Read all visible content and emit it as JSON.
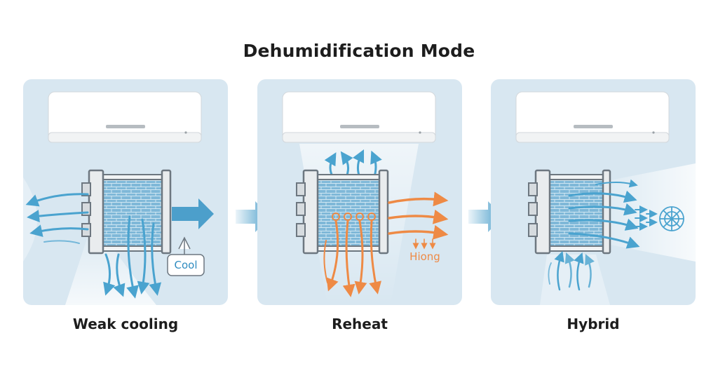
{
  "title": "Dehumidification Mode",
  "panels": [
    {
      "caption": "Weak cooling",
      "callout": "Cool"
    },
    {
      "caption": "Reheat",
      "callout": "Hiong"
    },
    {
      "caption": "Hybrid"
    }
  ],
  "colors": {
    "panel_bg": "#d8e7f1",
    "cool_arrow": "#4aa3cf",
    "warm_arrow": "#ee8a45",
    "coil": "#7fb8d8",
    "frame": "#6d7780"
  },
  "icons": [
    "air-conditioner-icon",
    "coil-icon",
    "fan-icon",
    "arrow-icon"
  ]
}
